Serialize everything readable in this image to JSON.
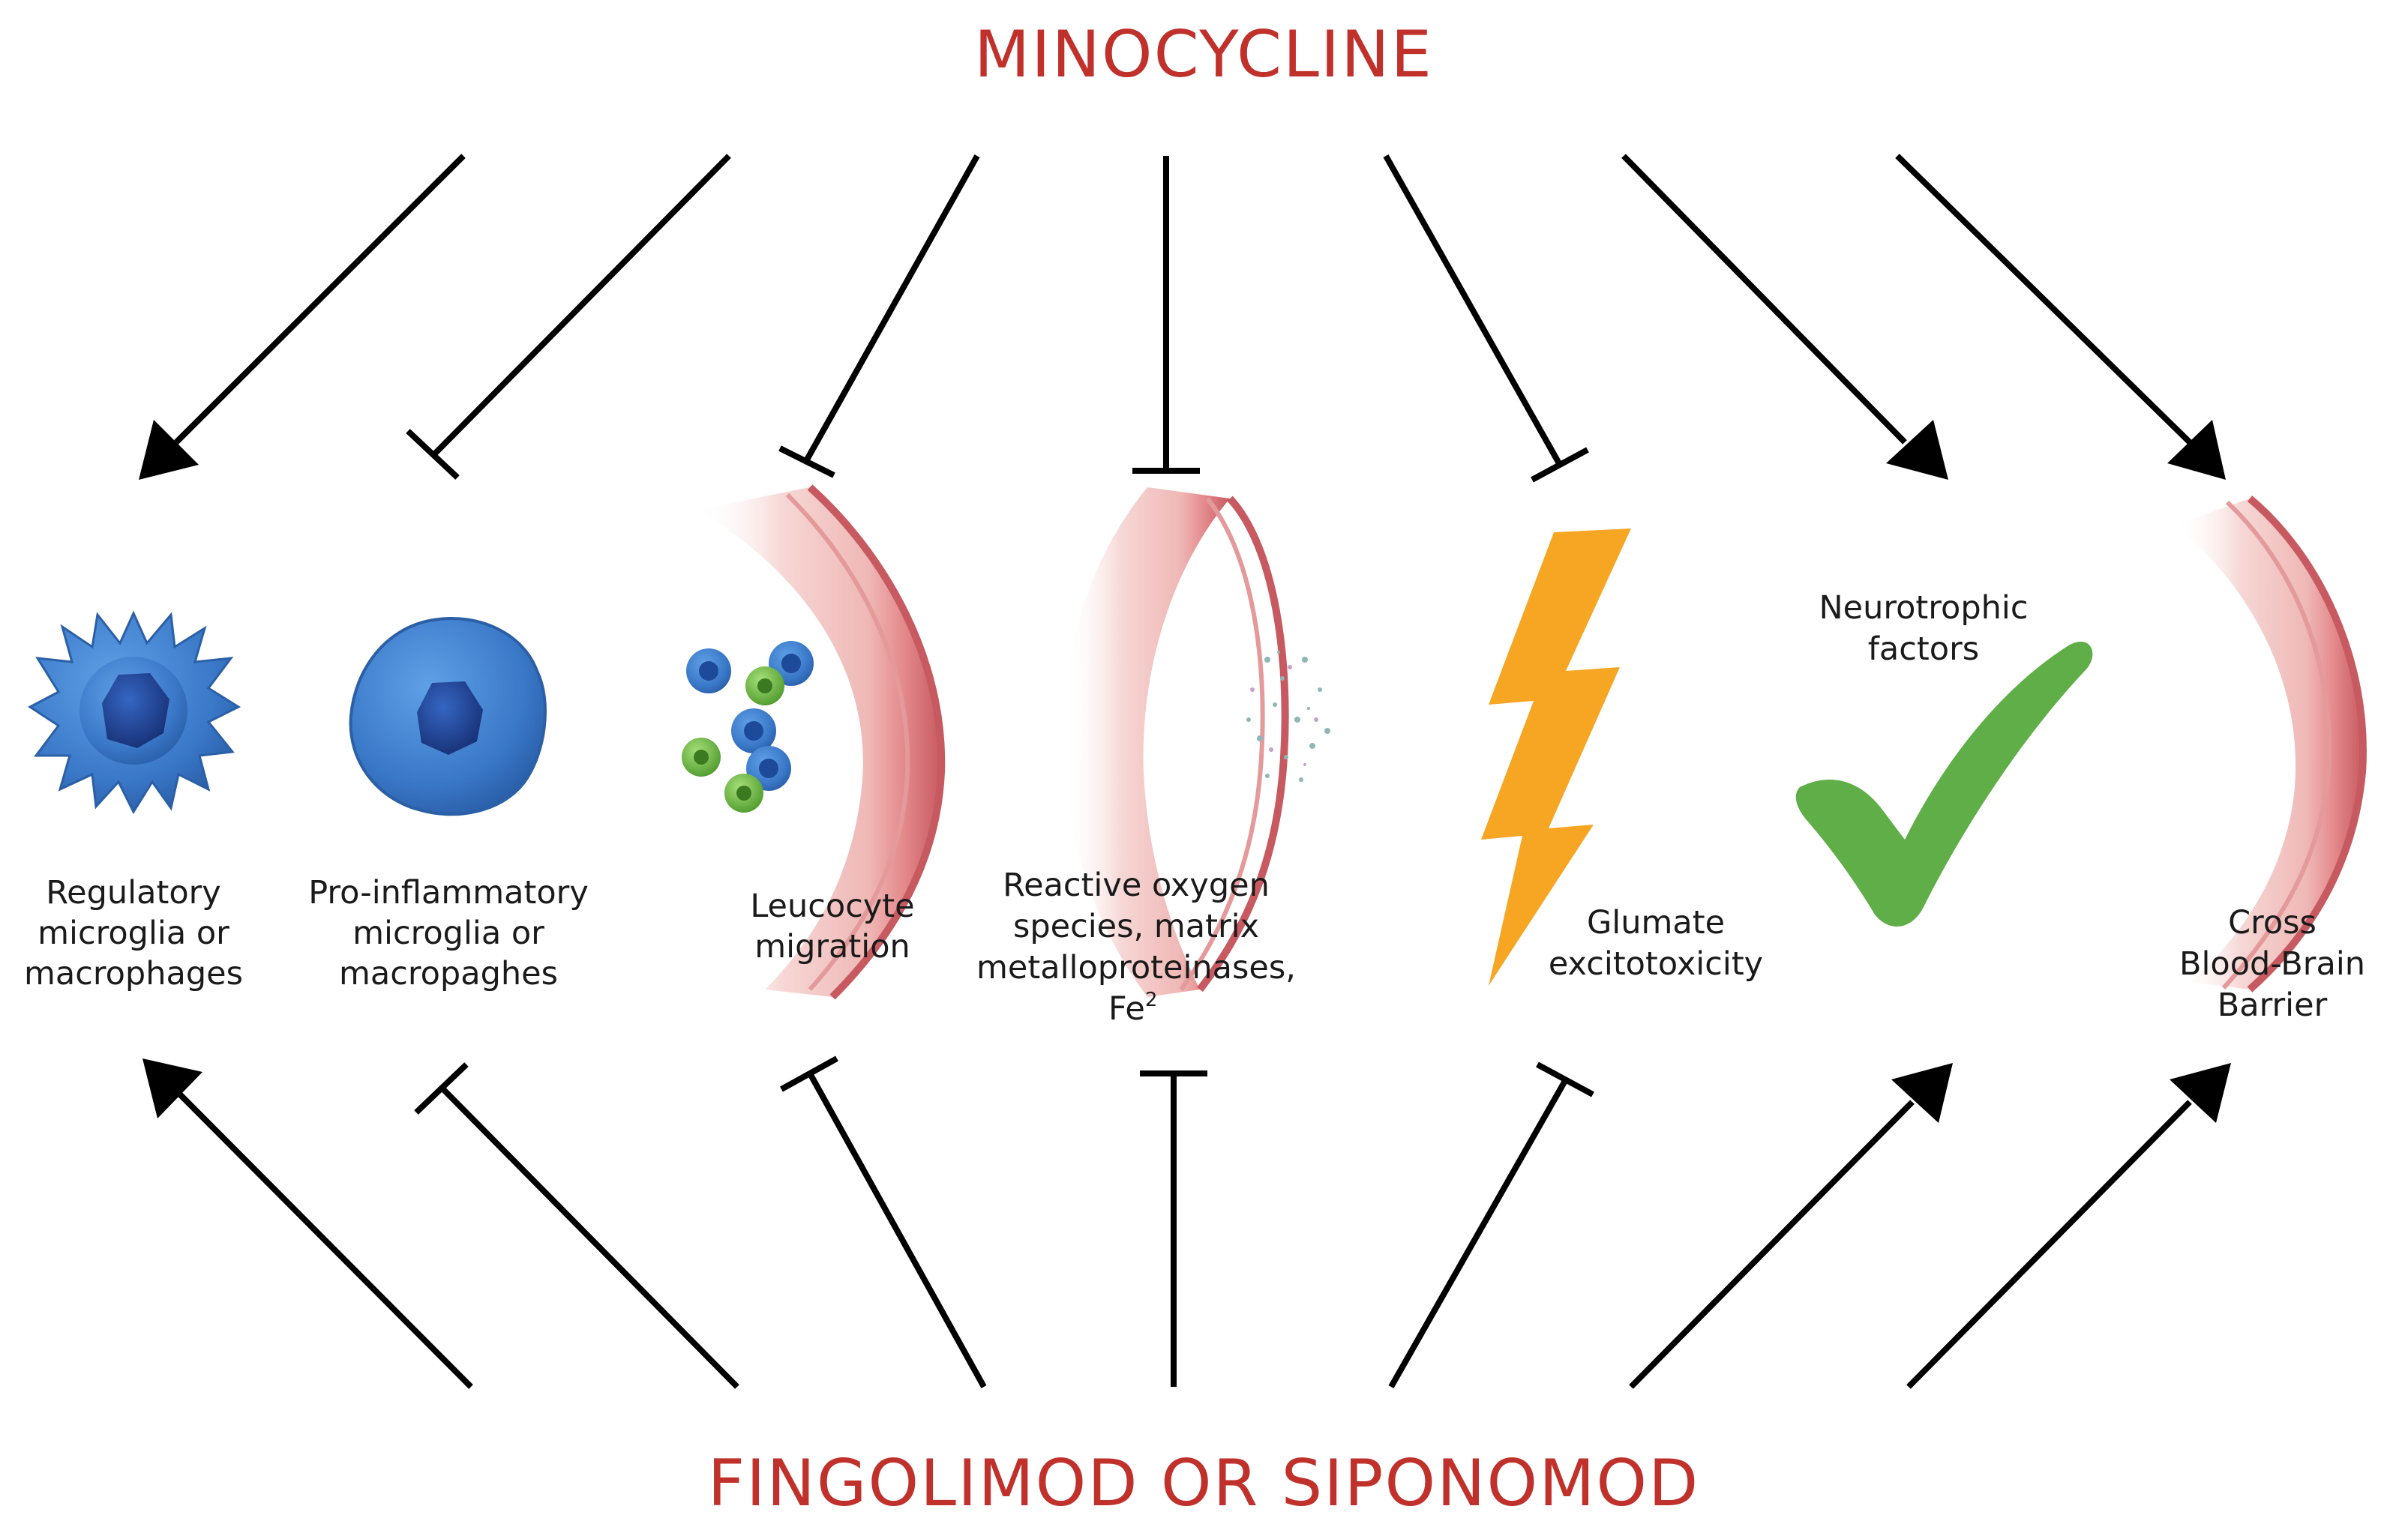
{
  "colors": {
    "title": "#c0312b",
    "arrow": "#000000",
    "cell_blue": "#3f7fcf",
    "cell_nucleus": "#1e4a9a",
    "leucocyte_green": "#76c043",
    "vessel_wall": "#d9696d",
    "vessel_inner": "#f3c6c4",
    "lightning": "#f6a623",
    "check": "#5fae47"
  },
  "top_drug": "MINOCYCLINE",
  "bottom_drug": "FINGOLIMOD OR SIPONOMOD",
  "effects": [
    {
      "id": "regulatory",
      "label_lines": [
        "Regulatory",
        "microglia or",
        "macrophages"
      ],
      "icon": "regulatory-microglia-icon",
      "top_effect": "activates",
      "bottom_effect": "activates"
    },
    {
      "id": "proinflammatory",
      "label_lines": [
        "Pro-inflammatory",
        "microglia or",
        "macropaghes"
      ],
      "icon": "pro-inflammatory-microglia-icon",
      "top_effect": "inhibits",
      "bottom_effect": "inhibits"
    },
    {
      "id": "leucocyte",
      "label_lines": [
        "Leucocyte",
        "migration"
      ],
      "icon": "leucocyte-migration-icon",
      "top_effect": "inhibits",
      "bottom_effect": "inhibits"
    },
    {
      "id": "ros",
      "label_lines": [
        "Reactive oxygen",
        "species, matrix",
        "metalloproteinases,"
      ],
      "label_fe": "Fe",
      "label_fe_sup": "2",
      "icon": "blood-vessel-particles-icon",
      "top_effect": "inhibits",
      "bottom_effect": "inhibits"
    },
    {
      "id": "glutamate",
      "label_lines": [
        "Glumate",
        "excitotoxicity"
      ],
      "icon": "lightning-icon",
      "top_effect": "inhibits",
      "bottom_effect": "inhibits"
    },
    {
      "id": "neurotrophic",
      "label_lines": [
        "Neurotrophic",
        "factors"
      ],
      "icon": "checkmark-icon",
      "top_effect": "activates",
      "bottom_effect": "activates"
    },
    {
      "id": "bbb",
      "label_lines": [
        "Cross",
        "Blood-Brain",
        "Barrier"
      ],
      "icon": "blood-vessel-icon",
      "top_effect": "activates",
      "bottom_effect": "activates"
    }
  ]
}
